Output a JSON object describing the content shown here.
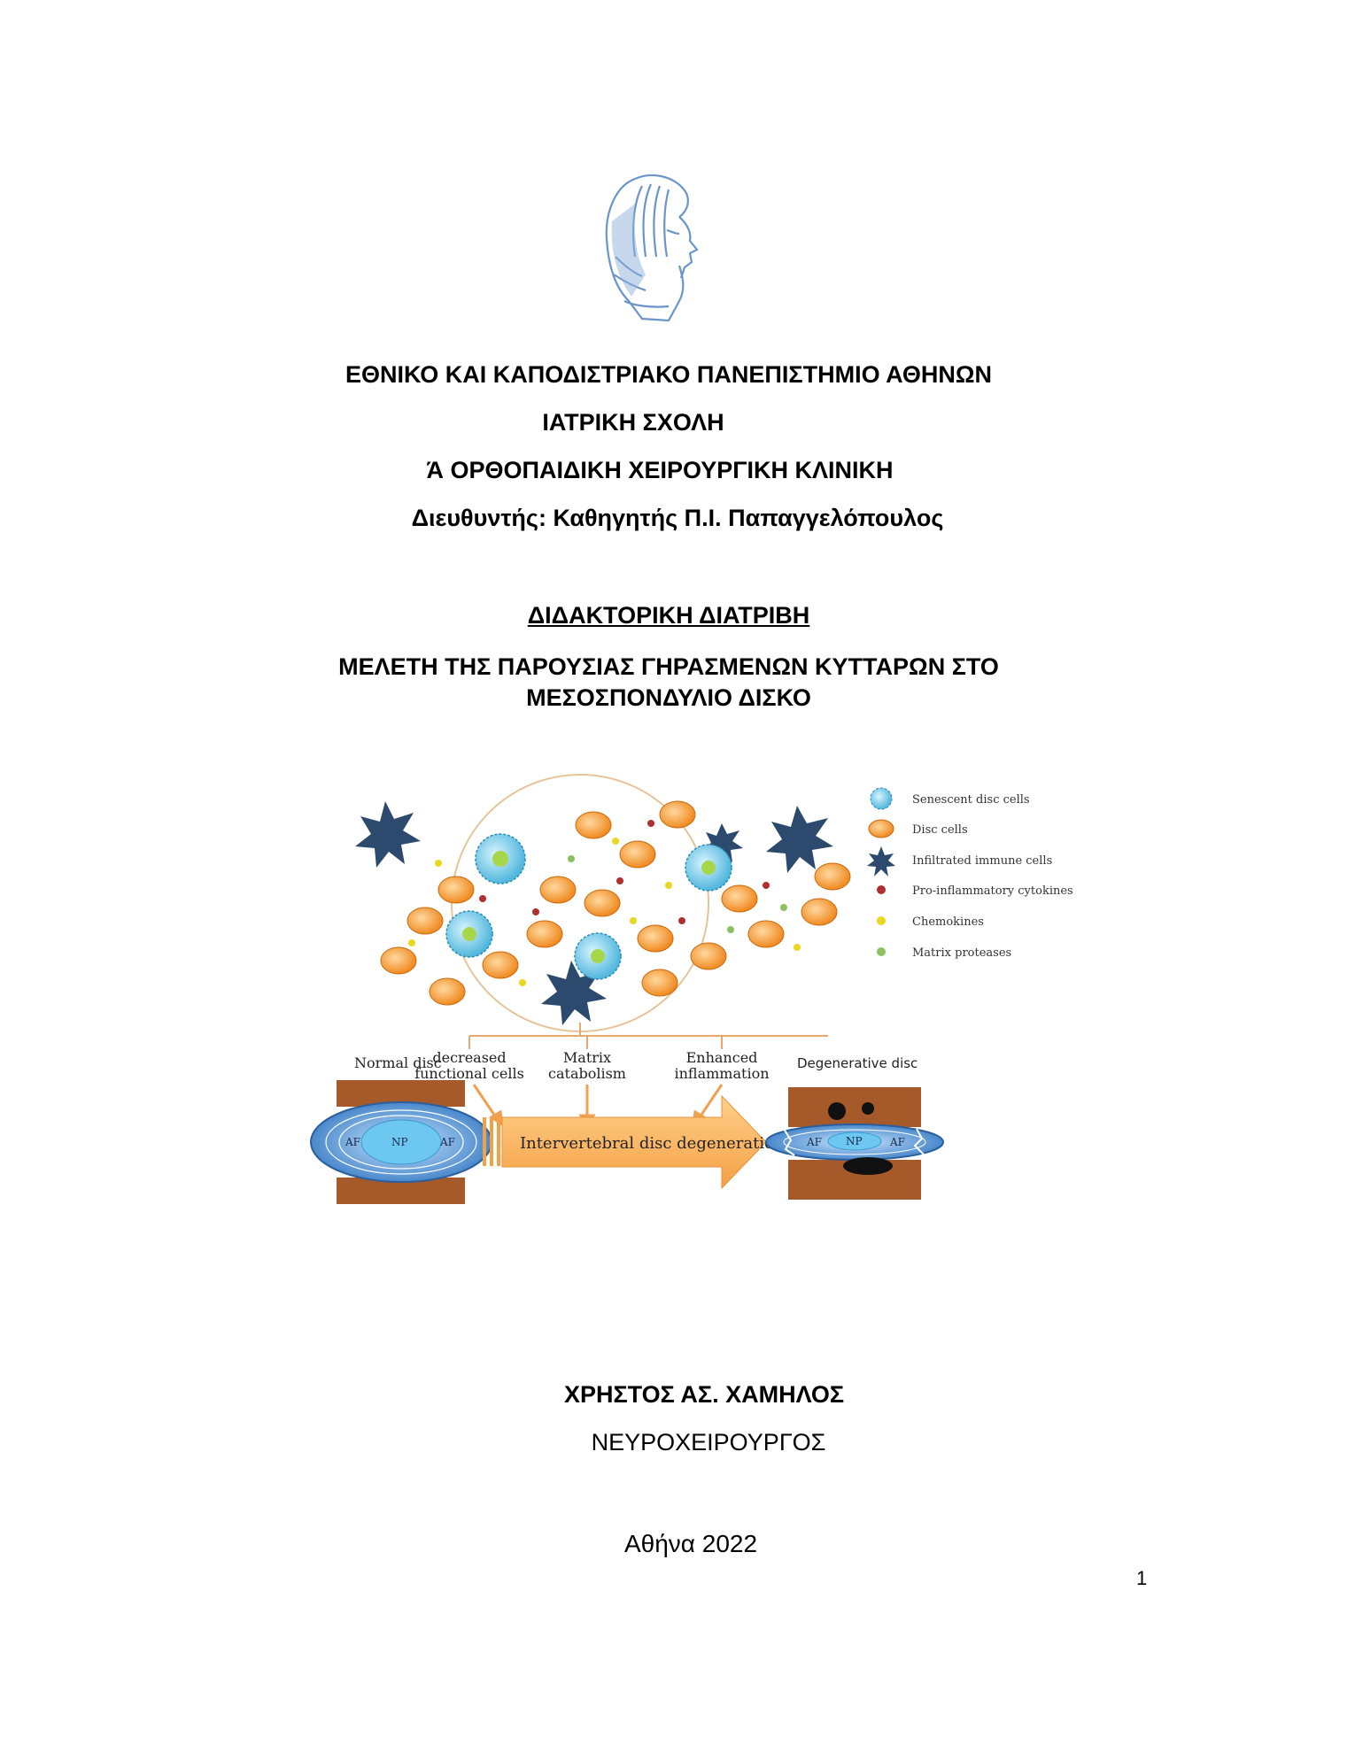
{
  "header": {
    "university": "ΕΘΝΙΚΟ ΚΑΙ ΚΑΠΟΔΙΣΤΡΙΑΚΟ ΠΑΝΕΠΙΣΤΗΜΙΟ ΑΘΗΝΩΝ",
    "school": "ΙΑΤΡΙΚΗ ΣΧΟΛΗ",
    "clinic": "Ά ΟΡΘΟΠΑΙΔΙΚΗ ΧΕΙΡΟΥΡΓΙΚΗ ΚΛΙΝΙΚΗ",
    "director": "Διευθυντής: Καθηγητής Π.Ι. Παπαγγελόπουλος"
  },
  "thesis": {
    "type": "ΔΙΔΑΚΤΟΡΙΚΗ ΔΙΑΤΡΙΒΗ",
    "title_line1": "ΜΕΛΕΤΗ ΤΗΣ ΠΑΡΟΥΣΙΑΣ ΓΗΡΑΣΜΕΝΩΝ ΚΥΤΤΑΡΩΝ ΣΤΟ",
    "title_line2": "ΜΕΣΟΣΠΟΝΔΥΛΙΟ ΔΙΣΚΟ"
  },
  "figure": {
    "legend": [
      {
        "label": "Senescent disc cells",
        "icon": "senescent-cell-icon",
        "color": "#7fd0e8"
      },
      {
        "label": "Disc cells",
        "icon": "disc-cell-icon",
        "color": "#f4a040"
      },
      {
        "label": "Infiltrated immune cells",
        "icon": "immune-cell-icon",
        "color": "#2b4a6e"
      },
      {
        "label": "Pro-inflammatory cytokines",
        "icon": "cytokine-dot-icon",
        "color": "#b03030"
      },
      {
        "label": "Chemokines",
        "icon": "chemokine-dot-icon",
        "color": "#e8d820"
      },
      {
        "label": "Matrix proteases",
        "icon": "protease-dot-icon",
        "color": "#8cc060"
      }
    ],
    "causes": [
      {
        "line1": "decreased",
        "line2": "functional cells"
      },
      {
        "line1": "Matrix",
        "line2": "catabolism"
      },
      {
        "line1": "Enhanced",
        "line2": "inflammation"
      }
    ],
    "normal_disc_label": "Normal disc",
    "degenerative_disc_label": "Degenerative disc",
    "arrow_label": "Intervertebral disc degeneration",
    "af_label": "AF",
    "np_label": "NP"
  },
  "author": {
    "name": "ΧΡΗΣΤΟΣ ΑΣ. ΧΑΜΗΛΟΣ",
    "title": "ΝΕΥΡΟΧΕΙΡΟΥΡΓΟΣ"
  },
  "place_date": "Αθήνα 2022",
  "page_number": "1"
}
